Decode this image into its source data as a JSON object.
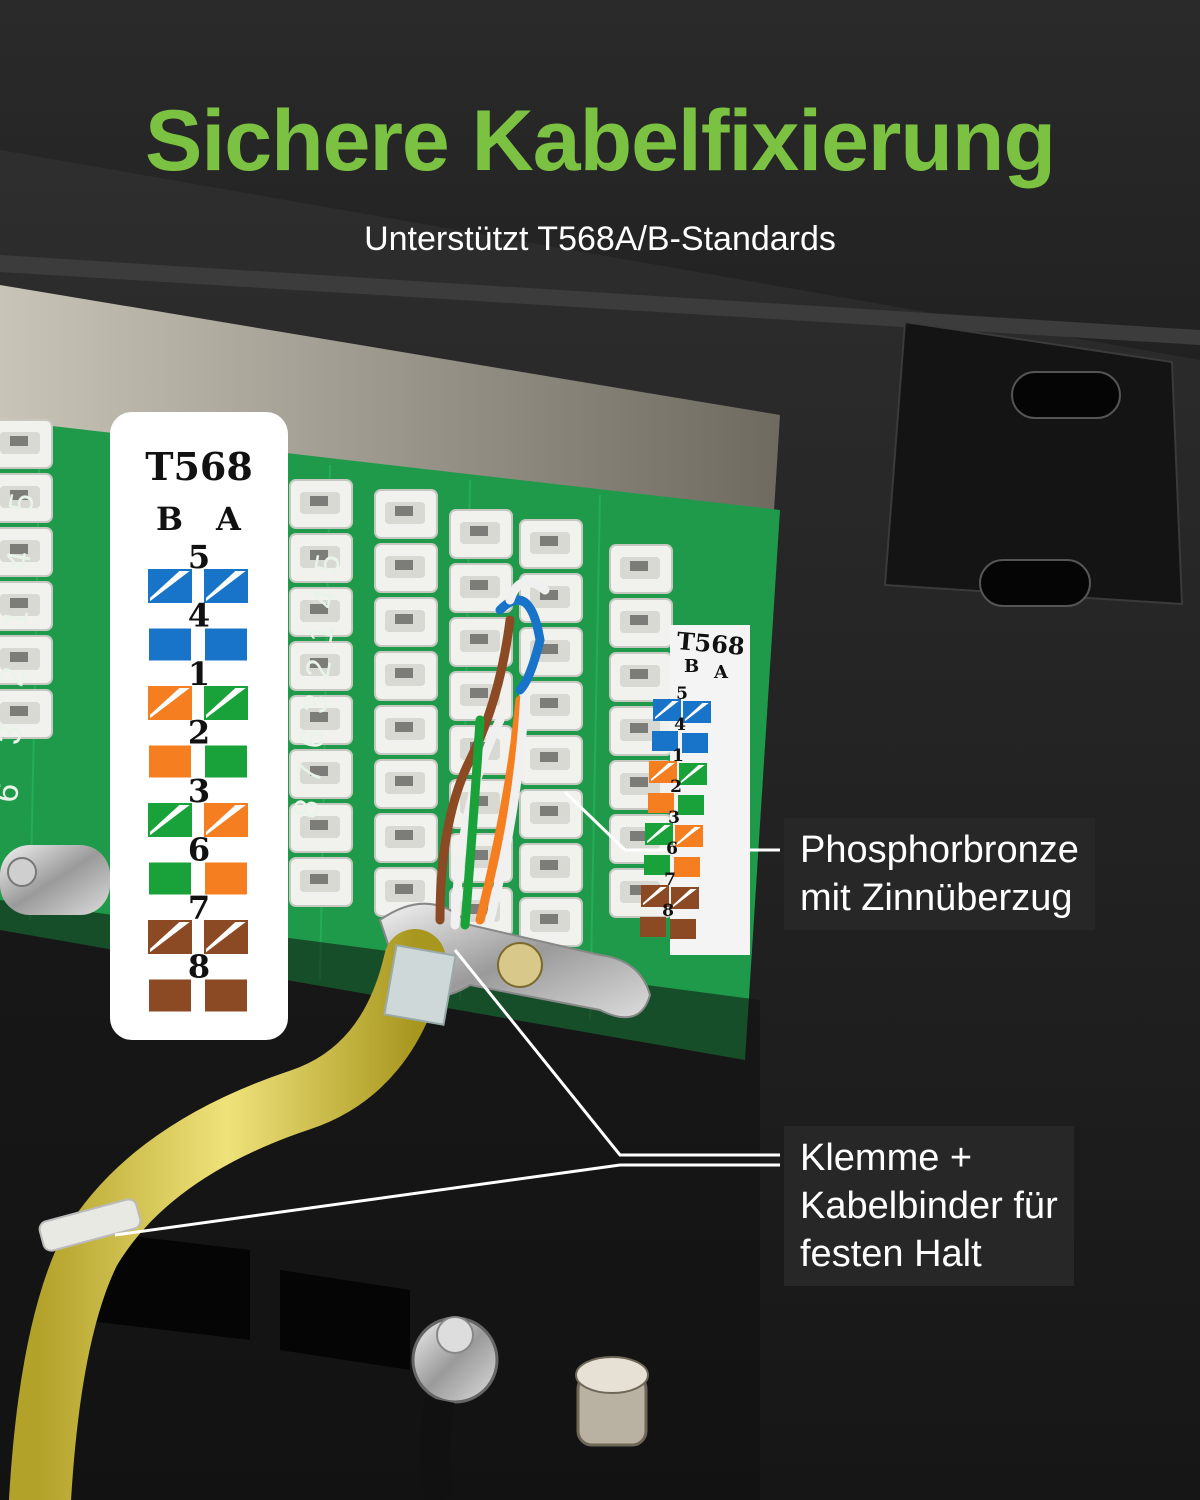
{
  "headline": "Sichere Kabelfixierung",
  "subheadline": "Unterstützt T568A/B-Standards",
  "legend": {
    "title": "T568",
    "col_b": "B",
    "col_a": "A",
    "rows": [
      {
        "pin": "5",
        "b": "blue-white",
        "a": "blue-white"
      },
      {
        "pin": "4",
        "b": "blue",
        "a": "blue"
      },
      {
        "pin": "1",
        "b": "orange-white",
        "a": "green-white"
      },
      {
        "pin": "2",
        "b": "orange",
        "a": "green"
      },
      {
        "pin": "3",
        "b": "green-white",
        "a": "orange-white"
      },
      {
        "pin": "6",
        "b": "green",
        "a": "orange"
      },
      {
        "pin": "7",
        "b": "brown-white",
        "a": "brown-white"
      },
      {
        "pin": "8",
        "b": "brown",
        "a": "brown"
      }
    ]
  },
  "module_label": {
    "title": "T568",
    "col_b": "B",
    "col_a": "A",
    "pins": [
      "5",
      "4",
      "1",
      "2",
      "3",
      "6",
      "7",
      "8"
    ]
  },
  "pcb_numbers": [
    "8",
    "7",
    "6",
    "3",
    "2",
    "1",
    "4",
    "5"
  ],
  "callouts": {
    "contact": [
      "Phosphorbronze",
      "mit Zinnüberzug"
    ],
    "clamp": [
      "Klemme +",
      "Kabelbinder für",
      "festen Halt"
    ]
  },
  "colors": {
    "headline": "#7cc242",
    "pcb": "#1f9a4a",
    "blue": "#1874c9",
    "orange": "#f57f20",
    "green": "#19a23a",
    "brown": "#8b4a24",
    "cable": "#e3d24a"
  }
}
